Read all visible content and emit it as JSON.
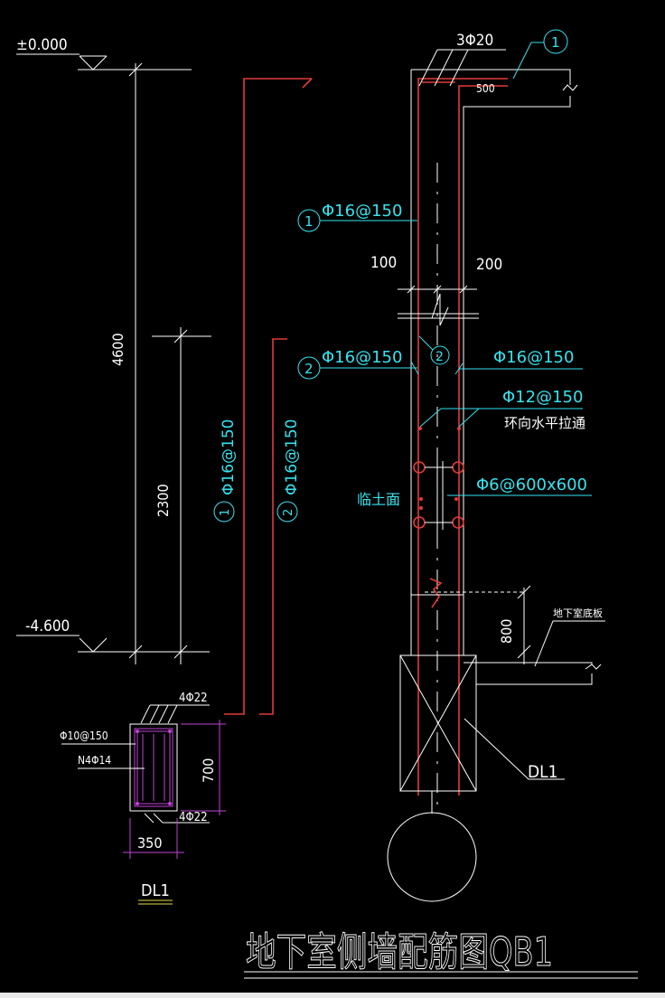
{
  "colors": {
    "background": "#000000",
    "outline": "#ffffff",
    "annotation": "#36e3ef",
    "rebar": "#e33b3b",
    "dimension": "#c043d6"
  },
  "elevations": {
    "top": "±0.000",
    "bottom": "-4.600"
  },
  "dimensions": {
    "total_height": "4600",
    "lower_height": "2300",
    "left_cover": "100",
    "right_cover": "200",
    "top_extension": "500",
    "slab_offset": "800",
    "beam_depth": "700",
    "beam_width": "350"
  },
  "rebar_callouts": {
    "top_bars": "3Φ20",
    "bar1_label": "Φ16@150",
    "bar2_label": "Φ16@150",
    "inner_vertical": "Φ16@150",
    "horizontal_label": "Φ12@150",
    "horizontal_note": "环向水平拉通",
    "tie_label": "Φ6@600x600",
    "vertical_bar1": "Φ16@150",
    "vertical_bar2": "Φ16@150"
  },
  "markers": {
    "m1": "1",
    "m2": "2"
  },
  "notes": {
    "soil_face": "临土面",
    "basement_slab": "地下室底板",
    "beam_tag": "DL1"
  },
  "beam_section": {
    "top_bars": "4Φ22",
    "stirrups": "Φ10@150",
    "side_bars": "N4Φ14",
    "bottom_bars": "4Φ22",
    "name": "DL1"
  },
  "title": "地下室侧墙配筋图QB1"
}
